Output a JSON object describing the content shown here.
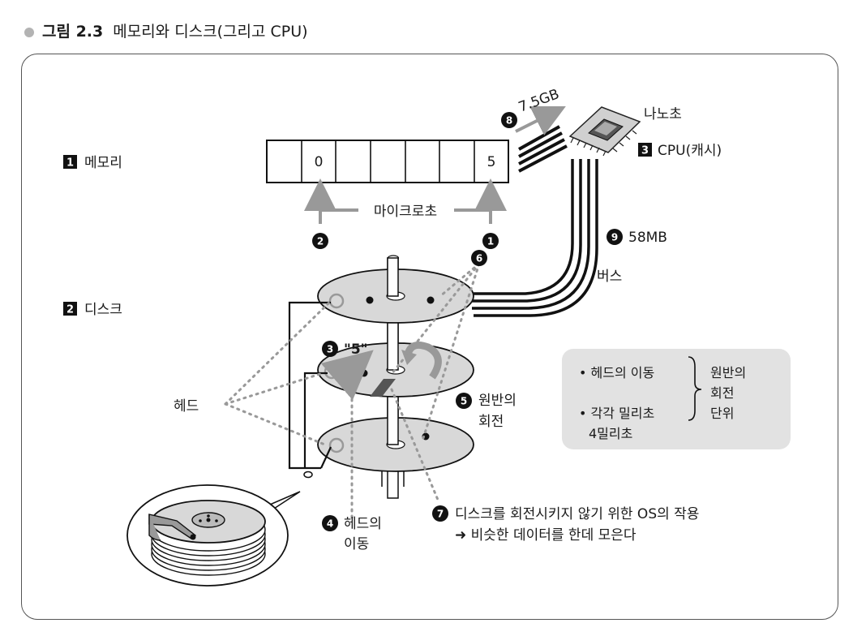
{
  "figure": {
    "number": "그림 2.3",
    "title": "메모리와 디스크(그리고 CPU)"
  },
  "labels": {
    "memory": {
      "marker": "1",
      "text": "메모리"
    },
    "disk": {
      "marker": "2",
      "text": "디스크"
    },
    "cpu": {
      "marker": "3",
      "text": "CPU(캐시)"
    },
    "nanosec": "나노초",
    "microsec": "마이크로초",
    "head": "헤드",
    "bus": "버스"
  },
  "memory_cells": [
    "",
    "0",
    "",
    "",
    "",
    "5",
    ""
  ],
  "steps": {
    "s1": "1",
    "s2": "2",
    "s3": {
      "marker": "3",
      "text": "\"5\""
    },
    "s4": {
      "marker": "4",
      "line1": "헤드의",
      "line2": "이동"
    },
    "s5": {
      "marker": "5",
      "line1": "원반의",
      "line2": "회전"
    },
    "s6": "6",
    "s7": {
      "marker": "7",
      "line1": "디스크를 회전시키지 않기 위한 OS의 작용",
      "line2": "➜ 비슷한 데이터를 한데 모은다"
    },
    "s8": {
      "marker": "8",
      "text": "7.5GB"
    },
    "s9": {
      "marker": "9",
      "text": "58MB"
    }
  },
  "legend": {
    "item1": "• 헤드의 이동",
    "item2": "• 각각 밀리초",
    "item2b": "4밀리초",
    "unit_line1": "원반의",
    "unit_line2": "회전",
    "unit_line3": "단위"
  }
}
